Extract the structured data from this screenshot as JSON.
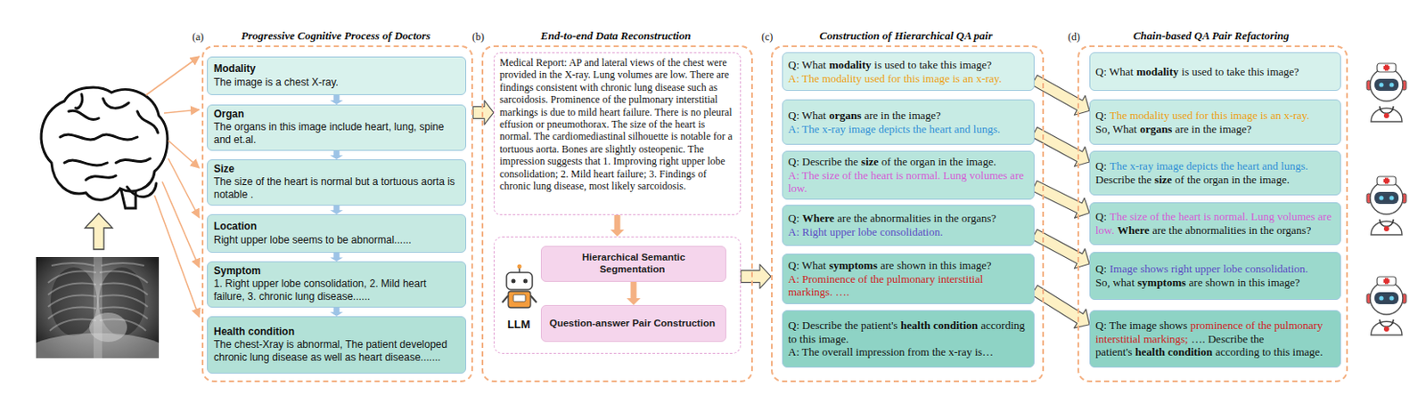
{
  "diagram": {
    "nodes": [
      {
        "text": [
          "Progressive Cognitive Process of Doctors"
        ]
      },
      {
        "text": [
          "Modality",
          "The image is a chest X-ray."
        ],
        "in": 0
      },
      {
        "text": [
          "Organ",
          "The organs in this image include heart, lung, spine and et.al."
        ],
        "in": 0
      },
      {
        "text": [
          "Size",
          "The size of the heart is normal but a tortuous aorta is notable ."
        ],
        "in": 0
      },
      {
        "text": [
          "Location",
          "Right upper lobe seems to be abnormal......"
        ],
        "in": 0
      },
      {
        "text": [
          "Symptom",
          "1. Right upper lobe consolidation, 2. Mild heart failure, 3. chronic lung disease......"
        ],
        "in": 0
      },
      {
        "text": [
          "Health condition",
          "The chest-Xray is abnormal, The patient developed chronic lung disease as well as heart disease......."
        ],
        "in": 0
      },
      {
        "text": [
          "End-to-end Data Reconstruction"
        ]
      },
      {
        "text": [
          "Medical Report: AP and lateral views of the chest were provided in the X-ray. Lung volumes are low. There are findings consistent with chronic lung disease such as sarcoidosis. Prominence of the pulmonary interstitial markings is due to mild heart failure. There is no pleural effusion or pneumothorax. The size of the heart is normal. The cardiomediastinal silhouette is notable for a tortuous aorta. Bones are slightly osteopenic. The impression suggests that 1. Improving right upper lobe consolidation; 2. Mild heart failure; 3. Findings of chronic lung disease, most likely sarcoidosis."
        ],
        "in": 7
      },
      {
        "text": [
          "LLM"
        ],
        "in": 7
      },
      {
        "text": [
          "Hierarchical Semantic Segmentation"
        ],
        "in": 9
      },
      {
        "text": [
          "Question-answer Pair Construction"
        ],
        "in": 9
      },
      {
        "text": [
          "Construction of Hierarchical QA pair"
        ]
      },
      {
        "text": [
          "Q: What",
          "modality",
          "is used to take this image?",
          "A: The modality used for this image is an x-ray."
        ],
        "in": 12
      },
      {
        "text": [
          "Q: What",
          "organs",
          "are in the image?",
          "A: The x-ray image depicts the heart and lungs."
        ],
        "in": 12
      },
      {
        "text": [
          "Q: Describe the",
          "size",
          "of the organ in the image.",
          "A: The size of the heart is normal. Lung volumes are low."
        ],
        "in": 12
      },
      {
        "text": [
          "Q:",
          "Where",
          "are the abnormalities in the organs?",
          "A: Right upper lobe consolidation."
        ],
        "in": 12
      },
      {
        "text": [
          "Q: What",
          "symptoms",
          "are shown in this image?",
          "A: Prominence of the pulmonary interstitial markings. …."
        ],
        "in": 12
      },
      {
        "text": [
          "Q: Describe the patient's",
          "health condition",
          "according to this image.",
          "A: The overall impression from the x-ray is…"
        ],
        "in": 12
      },
      {
        "text": [
          "Chain-based QA Pair Refactoring"
        ]
      },
      {
        "text": [
          "Q: What",
          "modality",
          "is used to take this image?"
        ],
        "in": 19
      },
      {
        "text": [
          "Q:",
          "The modality used for this image is an x-ray.",
          "So, What",
          "organs",
          "are in the image?"
        ],
        "in": 19
      },
      {
        "text": [
          "Q:",
          "The x-ray image depicts the heart and lungs.",
          "Describe the",
          "size",
          "of the organ in the image."
        ],
        "in": 19
      },
      {
        "text": [
          "Q:",
          "The size of the heart is normal. Lung volumes are low.",
          "Where",
          "are the abnormalities in the organs?"
        ],
        "in": 19
      },
      {
        "text": [
          "Q:",
          "Image shows right upper lobe consolidation.",
          "So, what",
          "symptoms",
          "are shown in this image?"
        ],
        "in": 19
      },
      {
        "text": [
          "Q: The image shows",
          "prominence of the pulmonary interstitial markings;",
          "…. Describe the patient's",
          "health condition",
          "according to this image."
        ],
        "in": 19
      }
    ],
    "edges": [
      {
        "from": 1,
        "to": 2,
        "arrow": "to"
      },
      {
        "from": 2,
        "to": 3,
        "arrow": "to"
      },
      {
        "from": 3,
        "to": 4,
        "arrow": "to"
      },
      {
        "from": 4,
        "to": 5,
        "arrow": "to"
      },
      {
        "from": 5,
        "to": 6,
        "arrow": "to"
      },
      {
        "from": 0,
        "to": 8,
        "arrow": "to"
      },
      {
        "from": 8,
        "to": 9,
        "arrow": "to"
      },
      {
        "from": 10,
        "to": 11,
        "arrow": "to"
      },
      {
        "from": 9,
        "to": 12,
        "arrow": "to"
      },
      {
        "from": 13,
        "to": 21,
        "arrow": "to"
      },
      {
        "from": 14,
        "to": 22,
        "arrow": "to"
      },
      {
        "from": 15,
        "to": 23,
        "arrow": "to"
      },
      {
        "from": 16,
        "to": 24,
        "arrow": "to"
      },
      {
        "from": 17,
        "to": 25,
        "arrow": "to"
      }
    ],
    "labels": [
      "(a)",
      "(b)",
      "(c)",
      "(d)"
    ]
  }
}
